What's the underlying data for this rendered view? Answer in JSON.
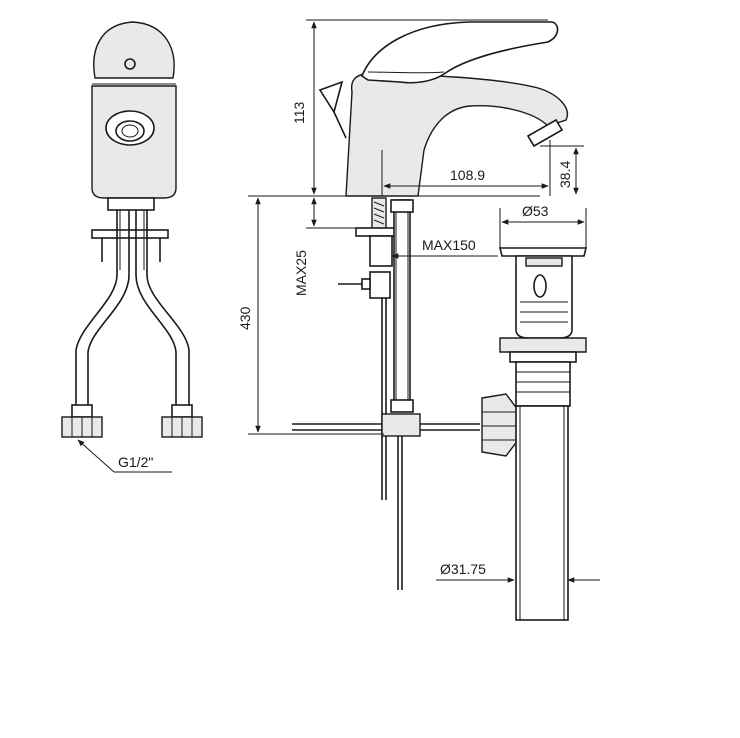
{
  "dimensions": {
    "total_height": "113",
    "spout_reach": "108.9",
    "spout_clearance": "38.4",
    "drain_flange_diameter": "Ø53",
    "max_deck_thickness_25": "MAX25",
    "max_deck_thickness_150": "MAX150",
    "hose_length": "430",
    "tailpiece_diameter": "Ø31.75",
    "connection_thread": "G1/2\""
  },
  "colors": {
    "line": "#1a1a1a",
    "background": "#ffffff",
    "shade": "#e9e9e9"
  }
}
